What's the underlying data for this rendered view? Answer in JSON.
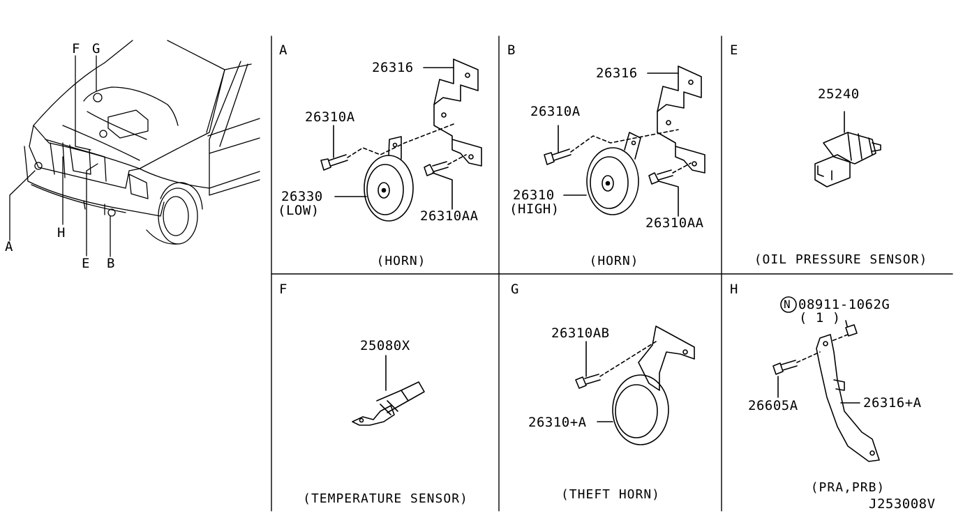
{
  "overview": {
    "callouts": {
      "F": "F",
      "G": "G",
      "A": "A",
      "H": "H",
      "E": "E",
      "B": "B"
    }
  },
  "panels": {
    "A": {
      "letter": "A",
      "caption": "(HORN)",
      "labels": {
        "bracket": "26316",
        "bolt": "26310A",
        "horn": "26330",
        "horn_sub": "(LOW)",
        "bolt2": "26310AA"
      }
    },
    "B": {
      "letter": "B",
      "caption": "(HORN)",
      "labels": {
        "bracket": "26316",
        "bolt": "26310A",
        "horn": "26310",
        "horn_sub": "(HIGH)",
        "bolt2": "26310AA"
      }
    },
    "E": {
      "letter": "E",
      "caption": "(OIL PRESSURE SENSOR)",
      "labels": {
        "sensor": "25240"
      }
    },
    "F": {
      "letter": "F",
      "caption": "(TEMPERATURE SENSOR)",
      "labels": {
        "sensor": "25080X"
      }
    },
    "G": {
      "letter": "G",
      "caption": "(THEFT HORN)",
      "labels": {
        "bolt": "26310AB",
        "horn": "26310+A"
      }
    },
    "H": {
      "letter": "H",
      "caption": "(PRA,PRB)",
      "labels": {
        "nut_symbol": "N",
        "nut": "08911-1062G",
        "nut_qty": "( 1 )",
        "bolt": "26605A",
        "bracket": "26316+A"
      }
    }
  },
  "diagram_code": "J253008V"
}
